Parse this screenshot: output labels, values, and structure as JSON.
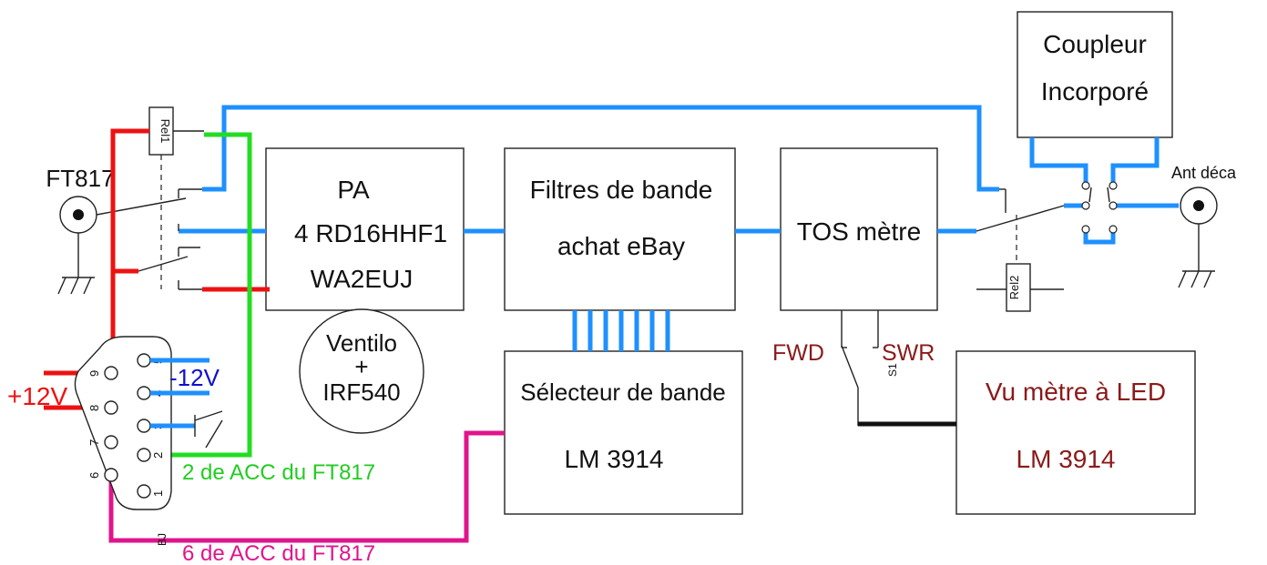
{
  "blocks": {
    "pa": {
      "line1": "PA",
      "line2": "4 RD16HHF1",
      "line3": "WA2EUJ"
    },
    "filters": {
      "line1": "Filtres de bande",
      "line2": "achat eBay"
    },
    "tos": {
      "label": "TOS mètre"
    },
    "coupler": {
      "line1": "Coupleur",
      "line2": "Incorporé"
    },
    "selector": {
      "line1": "Sélecteur de bande",
      "line2": "LM 3914"
    },
    "vumeter": {
      "line1": "Vu mètre à LED",
      "line2": "LM 3914"
    },
    "fan": {
      "line1": "Ventilo",
      "line2": "+",
      "line3": "IRF540"
    }
  },
  "connectors": {
    "ft817": "FT817",
    "antenna": "Ant déca"
  },
  "relays": {
    "rel1": "Rel1",
    "rel2": "Rel2"
  },
  "switch": {
    "fwd": "FWD",
    "swr": "SWR",
    "s1": "S1"
  },
  "db9": {
    "pins": [
      "1",
      "2",
      "3",
      "4",
      "5",
      "6",
      "7",
      "8",
      "9"
    ],
    "plus12": "+12V",
    "minus12": "-12V",
    "pin2_label": "2 de ACC du FT817",
    "pin6_label": "6 de ACC du FT817",
    "bottom_mark": "BJ"
  },
  "colors": {
    "rf_line": "#1e90ff",
    "power_plus": "#ee1111",
    "power_minus": "#1010cc",
    "acc_pin2": "#22dd22",
    "acc_pin6": "#e0148c",
    "vu_text": "#8b1a1a"
  }
}
